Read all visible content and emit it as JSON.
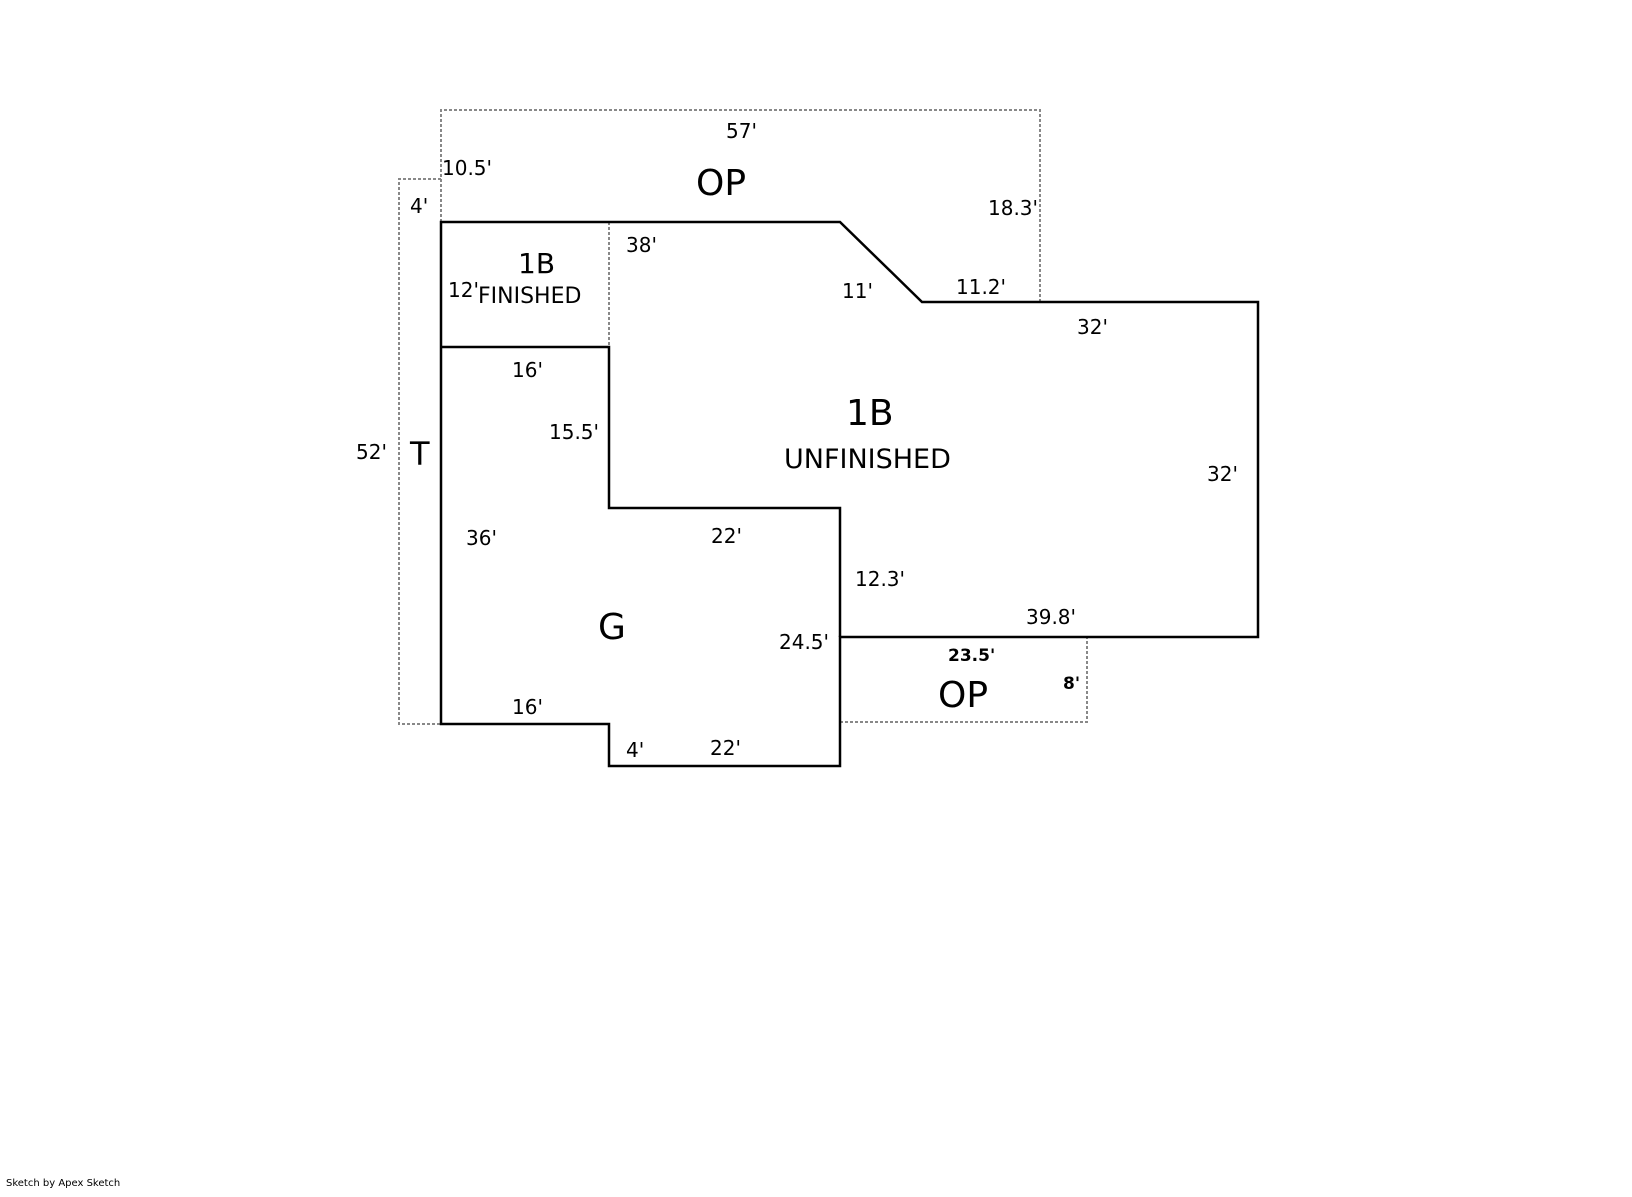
{
  "title": "Apex floor plan sketch",
  "areas": {
    "op_top": {
      "code": "OP"
    },
    "op_bottom": {
      "code": "OP"
    },
    "finished": {
      "code": "1B",
      "desc": "FINISHED"
    },
    "unfinished": {
      "code": "1B",
      "desc": "UNFINISHED"
    },
    "garage": {
      "code": "G"
    },
    "terrace": {
      "code": "T"
    }
  },
  "dimensions": {
    "op_top_width": "57'",
    "op_top_left": "10.5'",
    "op_top_right": "18.3'",
    "t_top": "4'",
    "t_side": "52'",
    "fin_top": "38'",
    "fin_left": "12'",
    "fin_bottom": "16'",
    "diag": "11'",
    "step_top": "11.2'",
    "main_top": "32'",
    "main_right": "32'",
    "main_bottom": "39.8'",
    "inner_vert": "15.5'",
    "inner_horiz": "22'",
    "garage_left": "36'",
    "garage_right_upper": "12.3'",
    "garage_right": "24.5'",
    "garage_bottom_left": "16'",
    "garage_notch": "4'",
    "garage_bottom": "22'",
    "op_bottom_width": "23.5'",
    "op_bottom_depth": "8'"
  },
  "footer": "Sketch by Apex Sketch"
}
